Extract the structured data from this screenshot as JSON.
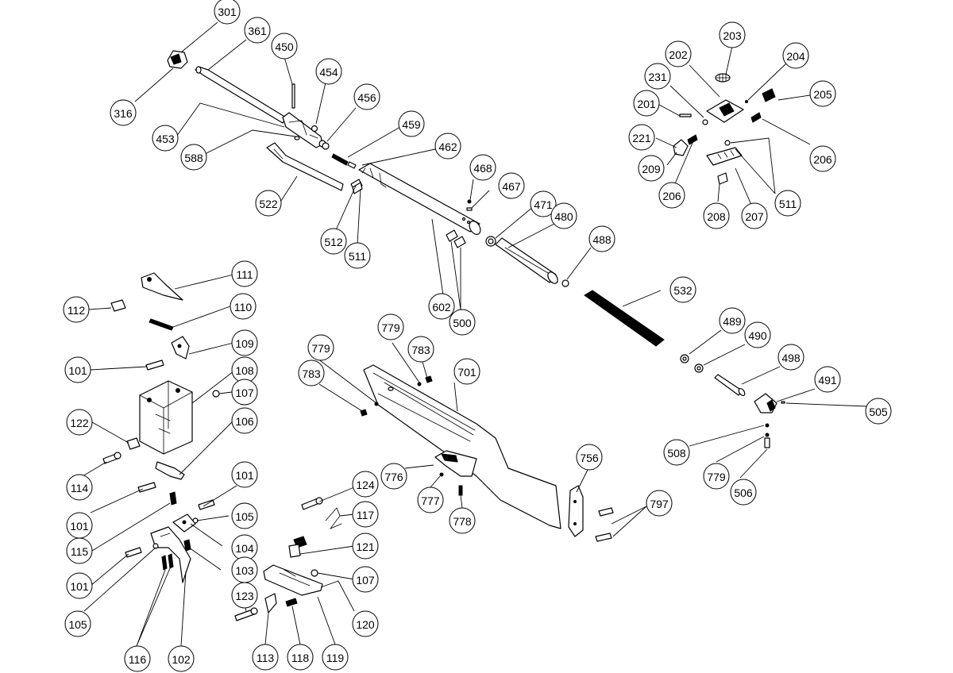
{
  "callouts": [
    {
      "id": "c301",
      "label": "301"
    },
    {
      "id": "c361",
      "label": "361"
    },
    {
      "id": "c450",
      "label": "450"
    },
    {
      "id": "c454",
      "label": "454"
    },
    {
      "id": "c316",
      "label": "316"
    },
    {
      "id": "c456",
      "label": "456"
    },
    {
      "id": "c453",
      "label": "453"
    },
    {
      "id": "c459",
      "label": "459"
    },
    {
      "id": "c588",
      "label": "588"
    },
    {
      "id": "c462",
      "label": "462"
    },
    {
      "id": "c468",
      "label": "468"
    },
    {
      "id": "c467",
      "label": "467"
    },
    {
      "id": "c522",
      "label": "522"
    },
    {
      "id": "c512",
      "label": "512"
    },
    {
      "id": "c511a",
      "label": "511"
    },
    {
      "id": "c471",
      "label": "471"
    },
    {
      "id": "c480",
      "label": "480"
    },
    {
      "id": "c488",
      "label": "488"
    },
    {
      "id": "c602",
      "label": "602"
    },
    {
      "id": "c500",
      "label": "500"
    },
    {
      "id": "c532",
      "label": "532"
    },
    {
      "id": "c203",
      "label": "203"
    },
    {
      "id": "c202",
      "label": "202"
    },
    {
      "id": "c204",
      "label": "204"
    },
    {
      "id": "c231",
      "label": "231"
    },
    {
      "id": "c205",
      "label": "205"
    },
    {
      "id": "c201",
      "label": "201"
    },
    {
      "id": "c221",
      "label": "221"
    },
    {
      "id": "c206a",
      "label": "206"
    },
    {
      "id": "c209",
      "label": "209"
    },
    {
      "id": "c206b",
      "label": "206"
    },
    {
      "id": "c511b",
      "label": "511"
    },
    {
      "id": "c208",
      "label": "208"
    },
    {
      "id": "c207",
      "label": "207"
    },
    {
      "id": "c111",
      "label": "111"
    },
    {
      "id": "c112",
      "label": "112"
    },
    {
      "id": "c110",
      "label": "110"
    },
    {
      "id": "c109",
      "label": "109"
    },
    {
      "id": "c101a",
      "label": "101"
    },
    {
      "id": "c108",
      "label": "108"
    },
    {
      "id": "c107a",
      "label": "107"
    },
    {
      "id": "c122",
      "label": "122"
    },
    {
      "id": "c106",
      "label": "106"
    },
    {
      "id": "c114",
      "label": "114"
    },
    {
      "id": "c101b",
      "label": "101"
    },
    {
      "id": "c101c",
      "label": "101"
    },
    {
      "id": "c105a",
      "label": "105"
    },
    {
      "id": "c115",
      "label": "115"
    },
    {
      "id": "c104",
      "label": "104"
    },
    {
      "id": "c101d",
      "label": "101"
    },
    {
      "id": "c103",
      "label": "103"
    },
    {
      "id": "c105b",
      "label": "105"
    },
    {
      "id": "c116",
      "label": "116"
    },
    {
      "id": "c102",
      "label": "102"
    },
    {
      "id": "c779a",
      "label": "779"
    },
    {
      "id": "c783a",
      "label": "783"
    },
    {
      "id": "c779b",
      "label": "779"
    },
    {
      "id": "c783b",
      "label": "783"
    },
    {
      "id": "c701",
      "label": "701"
    },
    {
      "id": "c124",
      "label": "124"
    },
    {
      "id": "c117",
      "label": "117"
    },
    {
      "id": "c121",
      "label": "121"
    },
    {
      "id": "c107b",
      "label": "107"
    },
    {
      "id": "c123",
      "label": "123"
    },
    {
      "id": "c120",
      "label": "120"
    },
    {
      "id": "c113",
      "label": "113"
    },
    {
      "id": "c118",
      "label": "118"
    },
    {
      "id": "c119",
      "label": "119"
    },
    {
      "id": "c776",
      "label": "776"
    },
    {
      "id": "c777",
      "label": "777"
    },
    {
      "id": "c778",
      "label": "778"
    },
    {
      "id": "c756",
      "label": "756"
    },
    {
      "id": "c797",
      "label": "797"
    },
    {
      "id": "c489",
      "label": "489"
    },
    {
      "id": "c490",
      "label": "490"
    },
    {
      "id": "c498",
      "label": "498"
    },
    {
      "id": "c491",
      "label": "491"
    },
    {
      "id": "c505",
      "label": "505"
    },
    {
      "id": "c508",
      "label": "508"
    },
    {
      "id": "c779c",
      "label": "779"
    },
    {
      "id": "c506",
      "label": "506"
    }
  ]
}
